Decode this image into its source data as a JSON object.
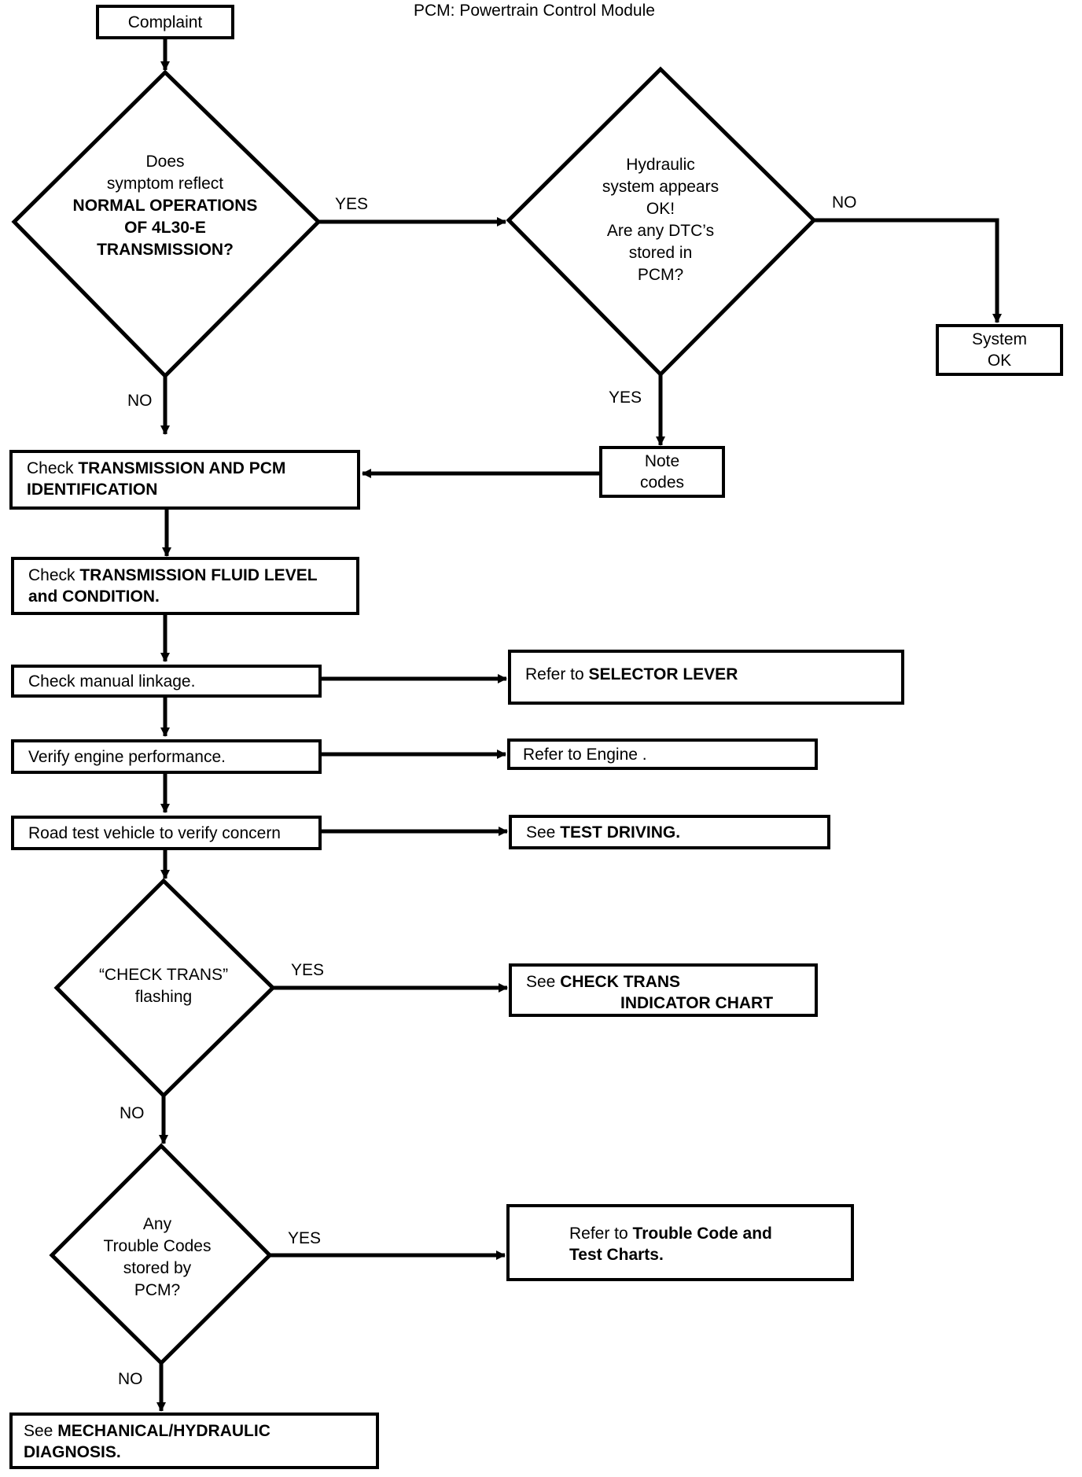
{
  "header": {
    "legend": "PCM:  Powertrain Control Module"
  },
  "nodes": {
    "complaint": "Complaint",
    "normal_ops": {
      "l1": "Does",
      "l2": "symptom reflect",
      "l3": "NORMAL OPERATIONS",
      "l4": "OF  4L30-E",
      "l5": "TRANSMISSION?"
    },
    "hydraulic": {
      "l1": "Hydraulic",
      "l2": "system appears",
      "l3": "OK!",
      "l4": "Are any DTC’s",
      "l5": "stored in",
      "l6": "PCM?"
    },
    "system_ok": {
      "l1": "System",
      "l2": "OK"
    },
    "note_codes": {
      "l1": "Note",
      "l2": "codes"
    },
    "check_ident": {
      "prefix": "Check ",
      "bold1": "TRANSMISSION AND PCM",
      "bold2": "IDENTIFICATION"
    },
    "check_fluid": {
      "prefix": "Check ",
      "bold1": "TRANSMISSION FLUID LEVEL",
      "bold2_pre": "and ",
      "bold2": "CONDITION."
    },
    "manual_linkage": "Check manual linkage.",
    "selector_lever": {
      "prefix": "Refer to ",
      "bold": "SELECTOR LEVER"
    },
    "engine_perf": "Verify engine performance.",
    "refer_engine": "Refer to Engine .",
    "road_test": "Road test vehicle to verify concern",
    "test_driving": {
      "prefix": "See ",
      "bold": "TEST DRIVING."
    },
    "check_trans": {
      "l1": "“CHECK TRANS”",
      "l2": "flashing"
    },
    "check_trans_chart": {
      "prefix": "See ",
      "bold1": "CHECK TRANS",
      "bold2": "INDICATOR CHART"
    },
    "trouble_codes": {
      "l1": "Any",
      "l2": "Trouble Codes",
      "l3": "stored by",
      "l4": "PCM?"
    },
    "trouble_charts": {
      "prefix": "Refer to ",
      "bold1": "Trouble Code and",
      "bold2": "Test Charts."
    },
    "mech_hyd": {
      "prefix": "See ",
      "bold1": "MECHANICAL/HYDRAULIC",
      "bold2": "DIAGNOSIS."
    }
  },
  "edge_labels": {
    "normal_yes": "YES",
    "normal_no": "NO",
    "hyd_no": "NO",
    "hyd_yes": "YES",
    "ct_yes": "YES",
    "ct_no": "NO",
    "tc_yes": "YES",
    "tc_no": "NO"
  }
}
